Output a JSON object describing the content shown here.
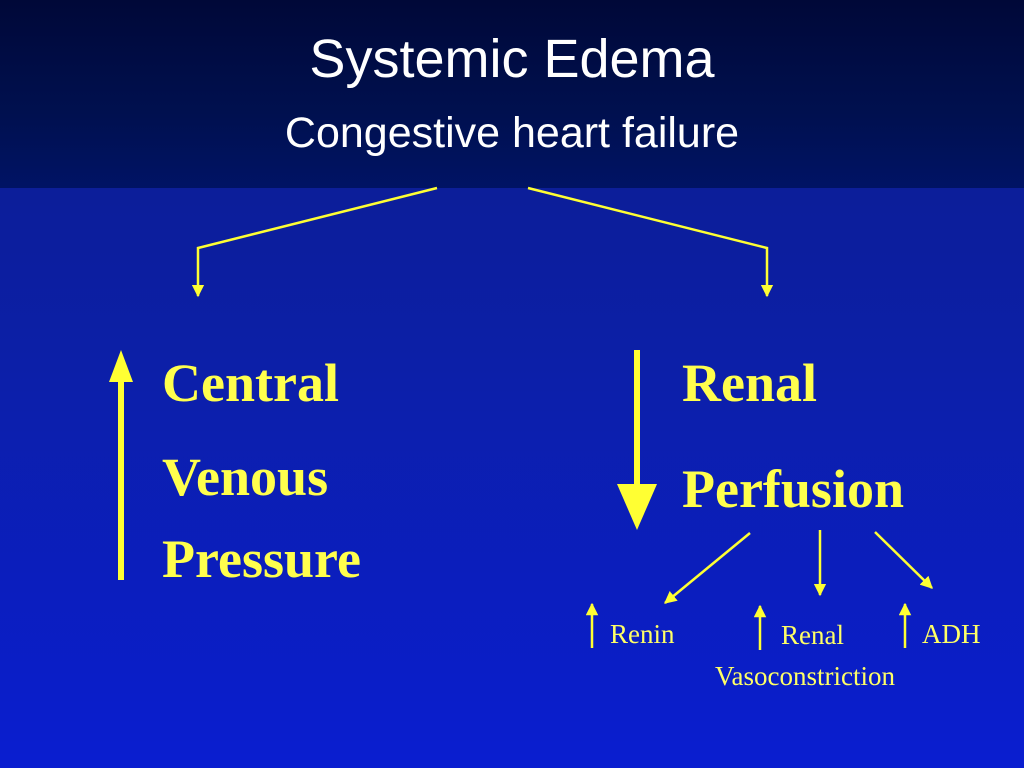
{
  "header": {
    "title": "Systemic Edema",
    "subtitle": "Congestive heart failure"
  },
  "left_branch": {
    "arrow_direction": "up",
    "lines": [
      "Central",
      "Venous",
      "Pressure"
    ]
  },
  "right_branch": {
    "arrow_direction": "down",
    "lines": [
      "Renal",
      "Perfusion"
    ],
    "effects": {
      "renin": {
        "arrow_direction": "up",
        "label": "Renin"
      },
      "vasoconstriction": {
        "arrow_direction": "up",
        "line1": "Renal",
        "line2": "Vasoconstriction"
      },
      "adh": {
        "arrow_direction": "up",
        "label": "ADH"
      }
    }
  },
  "colors": {
    "text_primary": "#ffffff",
    "accent_yellow": "#ffff4d",
    "background": "#0c1fa6"
  }
}
